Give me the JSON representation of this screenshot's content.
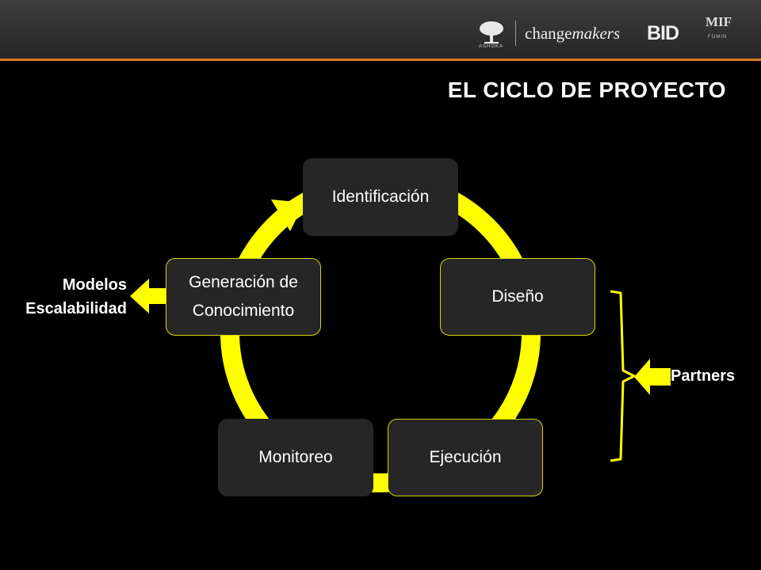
{
  "header": {
    "logos": {
      "ashoka": "ASHOKA",
      "changemakers_plain": "change",
      "changemakers_italic": "makers",
      "bid": "BID",
      "mif": "MIF",
      "fomin": "FOMIN"
    },
    "accent_color": "#e07a1f"
  },
  "title": "EL CICLO DE PROYECTO",
  "cycle": {
    "ring_color": "#ffff00",
    "nodes": {
      "identificacion": "Identificación",
      "diseno": "Diseño",
      "ejecucion": "Ejecución",
      "monitoreo": "Monitoreo",
      "generacion_line1": "Generación de",
      "generacion_line2": "Conocimiento"
    }
  },
  "left_output": {
    "line1": "Modelos",
    "line2": "Escalabilidad"
  },
  "right_input": {
    "label": "Partners"
  }
}
